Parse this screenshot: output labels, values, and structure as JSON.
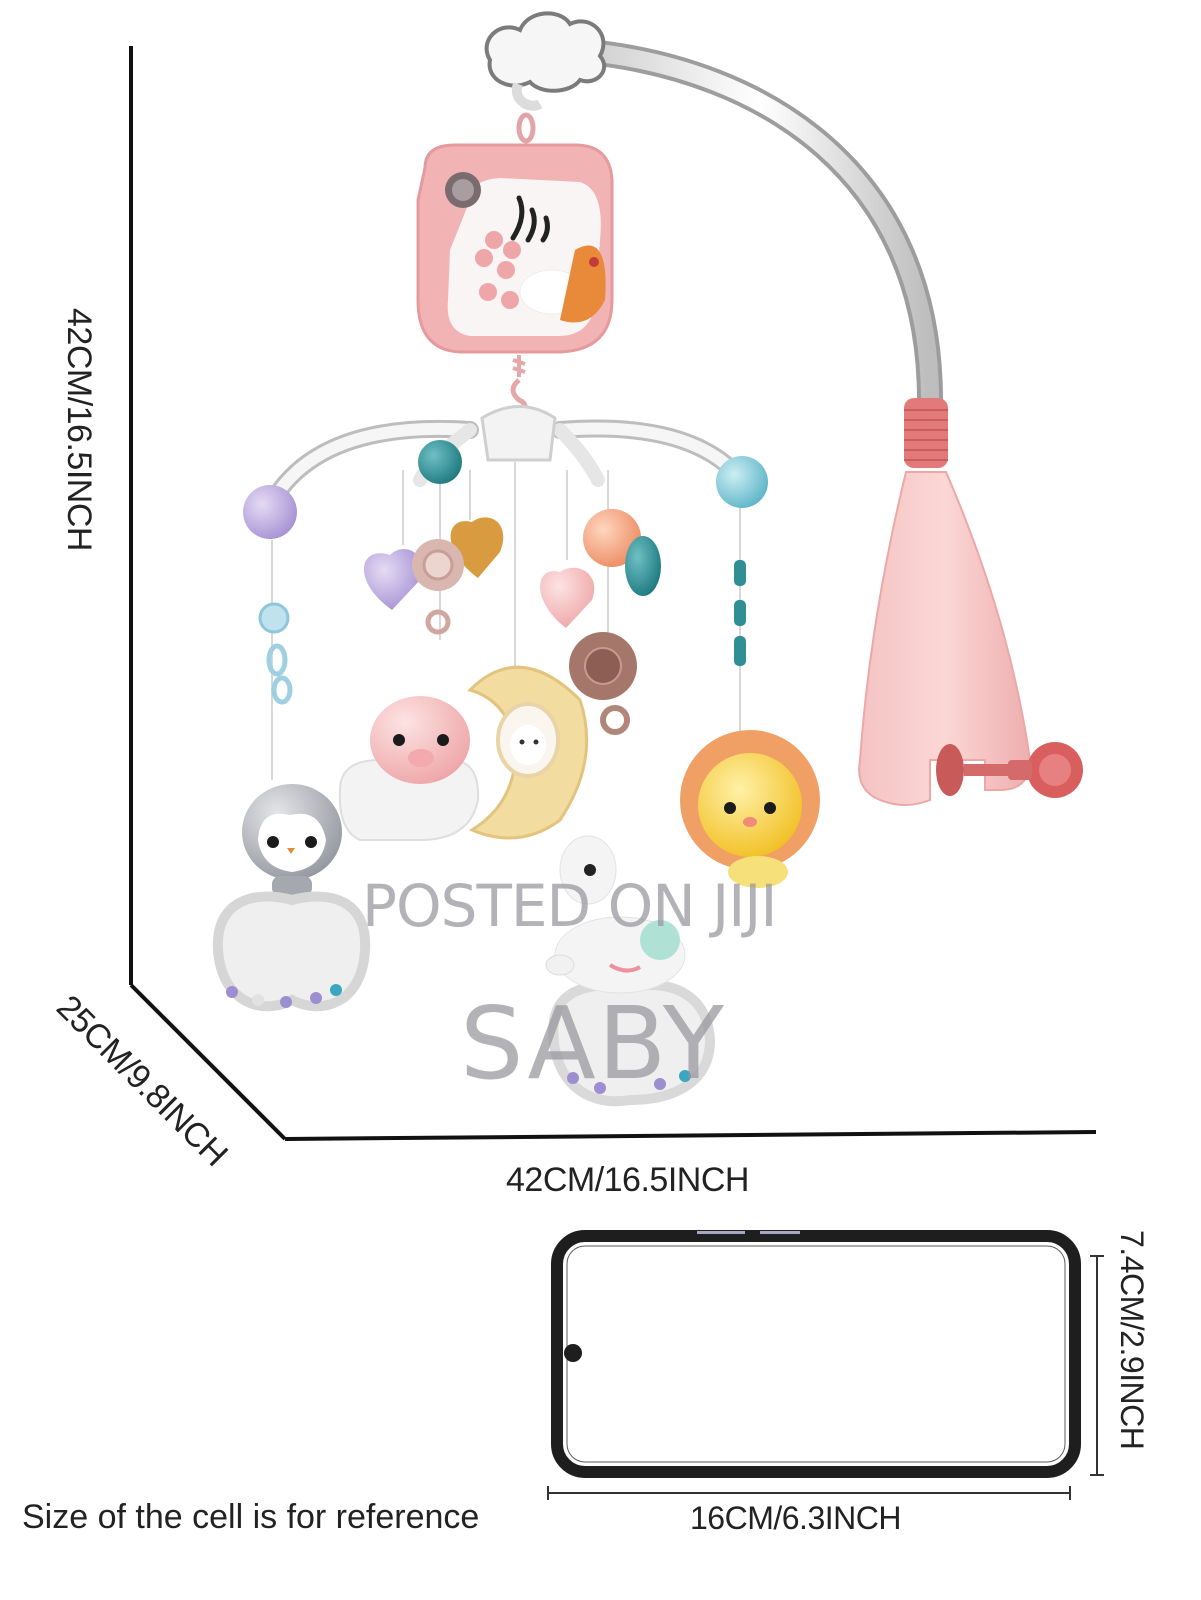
{
  "product": {
    "subject": "baby crib musical mobile with projector, hanging animal rattles and bed clamp",
    "colors": {
      "body_pink": "#f2b5b6",
      "clamp_coral": "#e06d6d",
      "arm_white": "#f1f1f1",
      "lavender": "#b7a5dc",
      "teal": "#2f8f95",
      "sky_blue": "#7cc7d6",
      "peach": "#f2a27a",
      "mustard": "#d9a13f",
      "lion_yellow": "#f8cf3b",
      "moon_cream": "#f3dca0",
      "cookie_brown": "#a5776a",
      "penguin_grey": "#a9acb3",
      "line": "#111111"
    },
    "parts": [
      "cloud-top-cap",
      "curved-support-arm",
      "music-box-projector",
      "mobile-hanger-arms",
      "penguin-rattle",
      "pig-on-cloud",
      "moon-teether",
      "lion-toy",
      "unicorn-rattle",
      "hearts-and-beads",
      "bed-clamp"
    ]
  },
  "dimensions": {
    "height": "42CM/16.5INCH",
    "depth": "25CM/9.8INCH",
    "width": "42CM/16.5INCH"
  },
  "reference_phone": {
    "width": "16CM/6.3INCH",
    "height": "7.4CM/2.9INCH",
    "caption": "Size of the cell is for reference"
  },
  "watermark": {
    "line1": "POSTED ON JIJI",
    "line2": "SABY"
  }
}
